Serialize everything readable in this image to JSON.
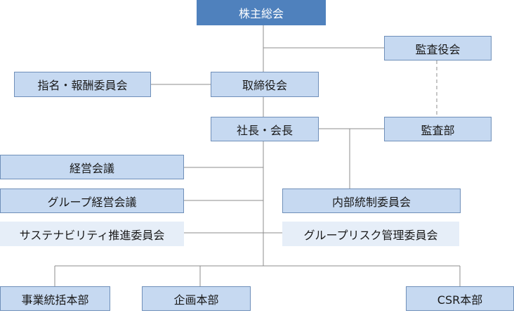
{
  "nodes": {
    "shareholders": "株主総会",
    "audit_board": "監査役会",
    "nomination": "指名・報酬委員会",
    "board": "取締役会",
    "president": "社長・会長",
    "audit_dept": "監査部",
    "mgmt_meeting": "経営会議",
    "group_mgmt_meeting": "グループ経営会議",
    "internal_control": "内部統制委員会",
    "sustainability": "サステナビリティ推進委員会",
    "group_risk": "グループリスク管理委員会",
    "business_hq": "事業統括本部",
    "planning_hq": "企画本部",
    "csr_hq": "CSR本部"
  },
  "colors": {
    "top_fill": "#4f81bd",
    "box_fill": "#c6d9f1",
    "box_border": "#6f8fb9",
    "plain_fill": "#e6eef8",
    "line": "#7f7f7f"
  }
}
